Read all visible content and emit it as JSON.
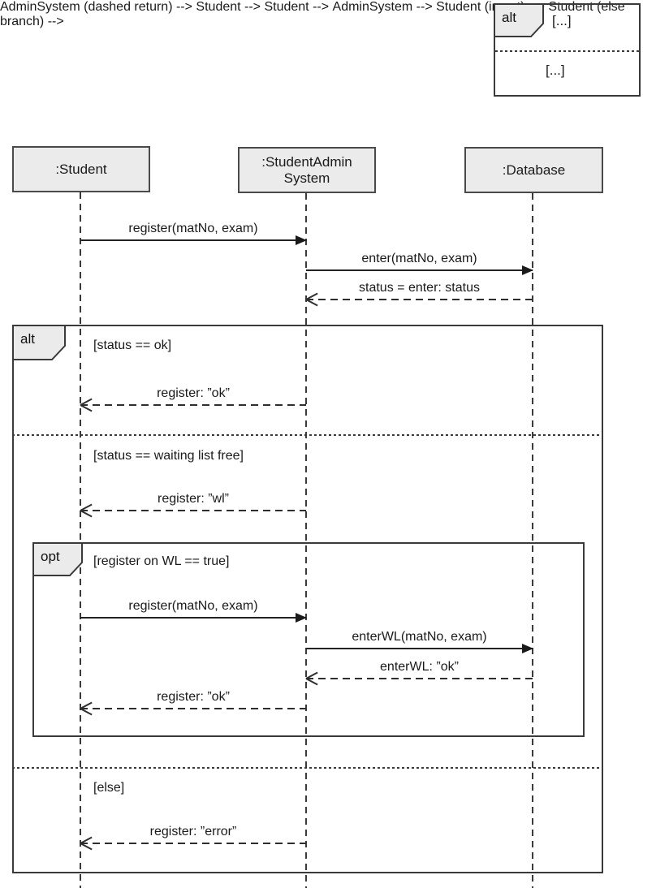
{
  "colors": {
    "line": "#3a3a3a",
    "fill": "#ebebeb",
    "background": "#ffffff",
    "text": "#1a1a1a"
  },
  "legend": {
    "operator": "alt",
    "guard_top": "[...]",
    "guard_bottom": "[...]"
  },
  "lifelines": {
    "student": ":Student",
    "admin_line1": ":StudentAdmin",
    "admin_line2": "System",
    "database": ":Database"
  },
  "fragments": {
    "alt": {
      "operator": "alt",
      "guard_ok": "[status == ok]",
      "guard_wl": "[status == waiting list free]",
      "guard_else": "[else]"
    },
    "opt": {
      "operator": "opt",
      "guard": "[register on WL == true]"
    }
  },
  "messages": {
    "register_call_1": "register(matNo, exam)",
    "enter_call": "enter(matNo, exam)",
    "status_return": "status = enter: status",
    "register_ok_1": "register: ”ok”",
    "register_wl": "register: ”wl”",
    "register_call_2": "register(matNo, exam)",
    "enterwl_call": "enterWL(matNo, exam)",
    "enterwl_return": "enterWL: ”ok”",
    "register_ok_2": "register: ”ok”",
    "register_error": "register: ”error”"
  }
}
